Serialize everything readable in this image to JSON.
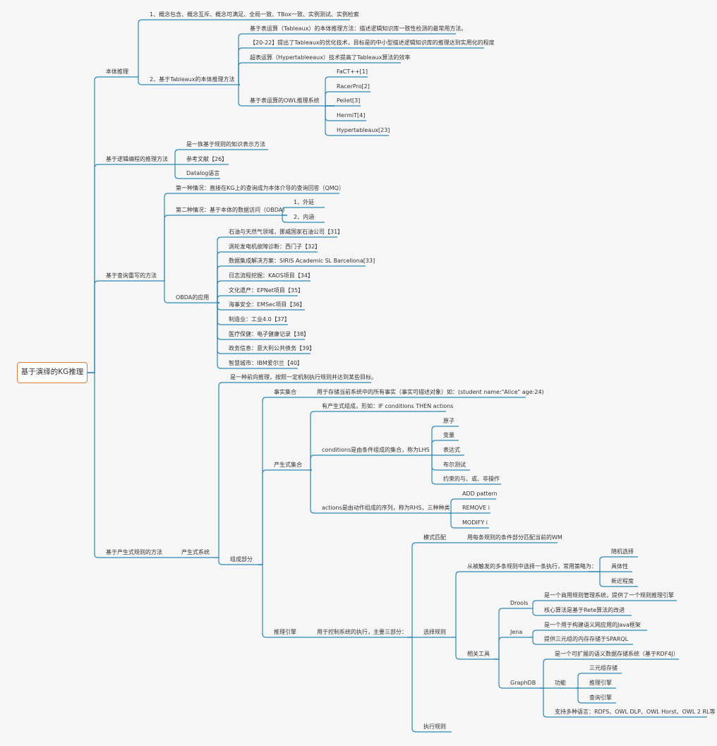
{
  "colors": {
    "line": "#2f87b3",
    "root_border": "#e07a3b",
    "background": "#f6f6f6"
  },
  "root": "基于演绎的KG推理",
  "b1": {
    "label": "本体推理",
    "c1": "1、概念包含、概念互斥、概念可满足、全局一致、TBox一致、实例测试、实例检索",
    "c2": {
      "label": "2、基于Tableaux的本体推理方法",
      "items": [
        "基于表运算（Tableaux）的本体推理方法：描述逻辑知识库一致性检测的最常用方法。",
        "【20-22】提出了Tableaux的优化技术，目标是的中小型描述逻辑知识库的推理达到实用化的程度",
        "超表运算（Hypertableeaux）技术提高了Tableaux算法的效率"
      ],
      "owl": {
        "label": "基于表运算的OWL推理系统",
        "items": [
          "FaCT++[1]",
          "RacerPro[2]",
          "Peilet[3]",
          "HermiT[4]",
          "Hypertableaux[23]"
        ]
      }
    }
  },
  "b2": {
    "label": "基于逻辑编程的推理方法",
    "items": [
      "是一族基于规则的知识表示方法",
      "参考文献【26】",
      "Datalog语言"
    ]
  },
  "b3": {
    "label": "基于查询重写的方法",
    "case1": "第一种情况：直接在KG上的查询成为本体介导的查询回答（QMQ）",
    "case2": {
      "label": "第二种情况：基于本体的数据访问（OBDA）",
      "items": [
        "1、外延",
        "2、内涵"
      ]
    },
    "obda": {
      "label": "OBDA的应用",
      "items": [
        "石油与天然气领域，挪威国家石油公司【31】",
        "涡轮发电机故障诊断：西门子【32】",
        "数据集成解决方案：SIRIS Academic SL Barcellona[33]",
        "日志流程挖掘：KAOS项目【34】",
        "文化遗产：EPNet项目【35】",
        "海事安全：EMSec项目【36】",
        "制造业：工业4.0【37】",
        "医疗保健：电子健康记录【38】",
        "政务信息：意大利公共债务【39】",
        "智慧城市：IBM爱尔兰【40】"
      ]
    }
  },
  "b4": {
    "label": "基于产生式规则的方法",
    "system": {
      "label": "产生式系统",
      "desc": "是一种前向推理，按照一定机制执行规则并达到某些目标。",
      "parts": {
        "label": "组成部分",
        "facts": {
          "label": "事实集合",
          "desc": "用于存储当前系统中的所有事实（事实可描述对象）如：(student name:\"Alice\" age:24)"
        },
        "productions": {
          "label": "产生式集合",
          "desc": "有产生式组成，形如：IF conditions THEN actions",
          "conditions": {
            "label": "conditions是由条件组成的集合，称为LHS",
            "items": [
              "原子",
              "变量",
              "表达式",
              "布尔测试",
              "约束的与、或、非操作"
            ]
          },
          "actions": {
            "label": "actions是由动作组成的序列，称为RHS，三种种类",
            "items": [
              "ADD pattern",
              "REMOVE i",
              "MODIFY i"
            ]
          }
        },
        "engine": {
          "label": "推理引擎",
          "desc": "用于控制系统的执行，主要三部分：",
          "match": {
            "label": "模式匹配",
            "desc": "用每条规则的条件部分匹配当前的WM"
          },
          "select": {
            "label": "选择规则",
            "strategy": {
              "label": "从被触发的多条规则中选择一条执行，常用策略为：",
              "items": [
                "随机选择",
                "具体性",
                "新近程度"
              ]
            },
            "tools": {
              "label": "相关工具",
              "drools": {
                "label": "Drools",
                "items": [
                  "是一个商用规则管理系统，提供了一个规则推理引擎",
                  "核心算法是基于Rete算法的改进"
                ]
              },
              "jena": {
                "label": "Jena",
                "items": [
                  "是一个用于构建语义网应用的Java框架",
                  "提供三元组的内存存储于SPARQL"
                ]
              },
              "graphdb": {
                "label": "GraphDB",
                "desc": "是一个可扩展的语义数据存储系统（基于RDF4J）",
                "func": {
                  "label": "功能",
                  "items": [
                    "三元组存储",
                    "推理引擎",
                    "查询引擎"
                  ]
                },
                "langs": "支持多种语言：RDFS、OWL DLP、OWL Horst、OWL 2 RL等"
              }
            }
          },
          "exec": "执行规则"
        }
      }
    }
  }
}
